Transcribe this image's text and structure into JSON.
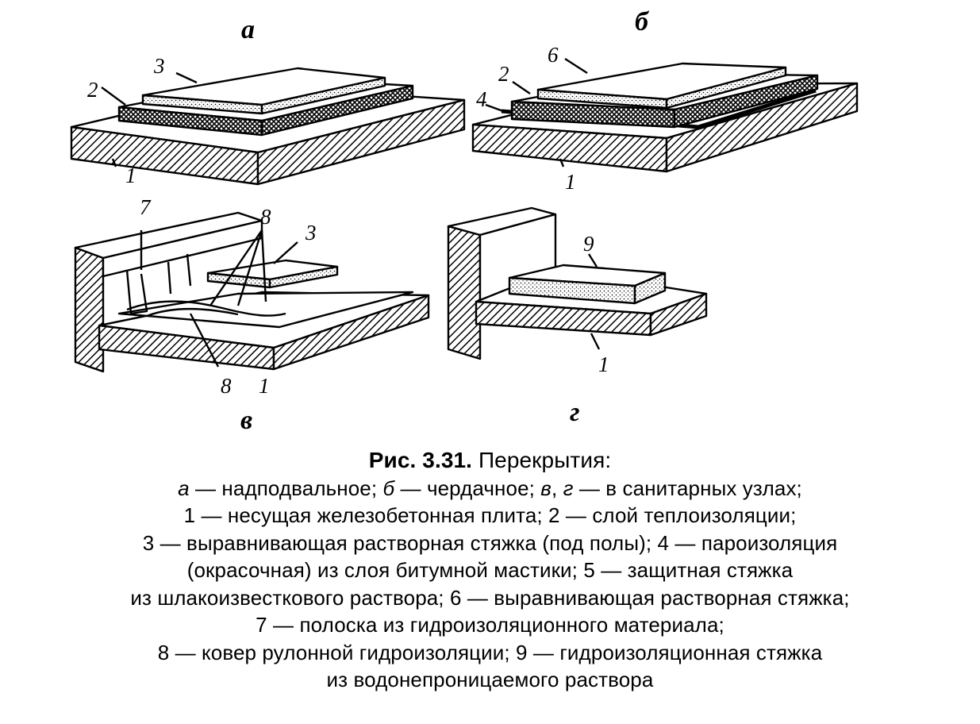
{
  "figure": {
    "panels": [
      {
        "letter": "а",
        "callouts": [
          "3",
          "2",
          "1"
        ]
      },
      {
        "letter": "б",
        "callouts": [
          "6",
          "2",
          "4",
          "1"
        ]
      },
      {
        "letter": "в",
        "callouts": [
          "7",
          "8",
          "3",
          "8",
          "1"
        ]
      },
      {
        "letter": "г",
        "callouts": [
          "9",
          "1"
        ]
      }
    ]
  },
  "caption": {
    "fig_label": "Рис. 3.31.",
    "fig_title": "Перекрытия:",
    "line1": {
      "a": "а",
      "a_text": "— надподвальное;",
      "b": "б",
      "b_text": "— чердачное;",
      "vg": "в",
      "comma": ",",
      "g": "г",
      "vg_text": "— в санитарных узлах;"
    },
    "lines": [
      "1 — несущая железобетонная плита; 2 — слой теплоизоляции;",
      "3 — выравнивающая растворная стяжка (под полы); 4 — пароизоляция",
      "(окрасочная) из слоя битумной мастики; 5 — защитная стяжка",
      "из шлакоизвесткового раствора; 6 — выравнивающая растворная стяжка;",
      "7 — полоска из гидроизоляционного материала;",
      "8 — ковер рулонной гидроизоляции; 9 — гидроизоляционная стяжка",
      "из водонепроницаемого раствора"
    ]
  }
}
